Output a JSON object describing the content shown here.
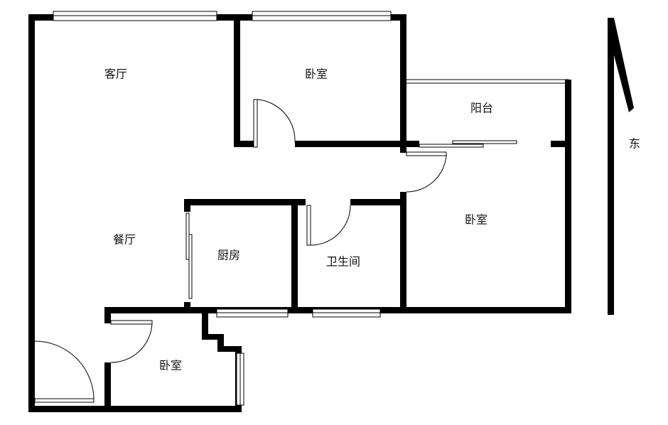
{
  "rooms": {
    "living_room": "客厅",
    "bedroom_north": "卧室",
    "balcony": "阳台",
    "bedroom_east": "卧室",
    "dining_room": "餐厅",
    "kitchen": "厨房",
    "bathroom": "卫生间",
    "bedroom_small": "卧室"
  },
  "compass": {
    "direction_label": "东"
  },
  "colors": {
    "wall": "#000000",
    "background": "#ffffff"
  }
}
